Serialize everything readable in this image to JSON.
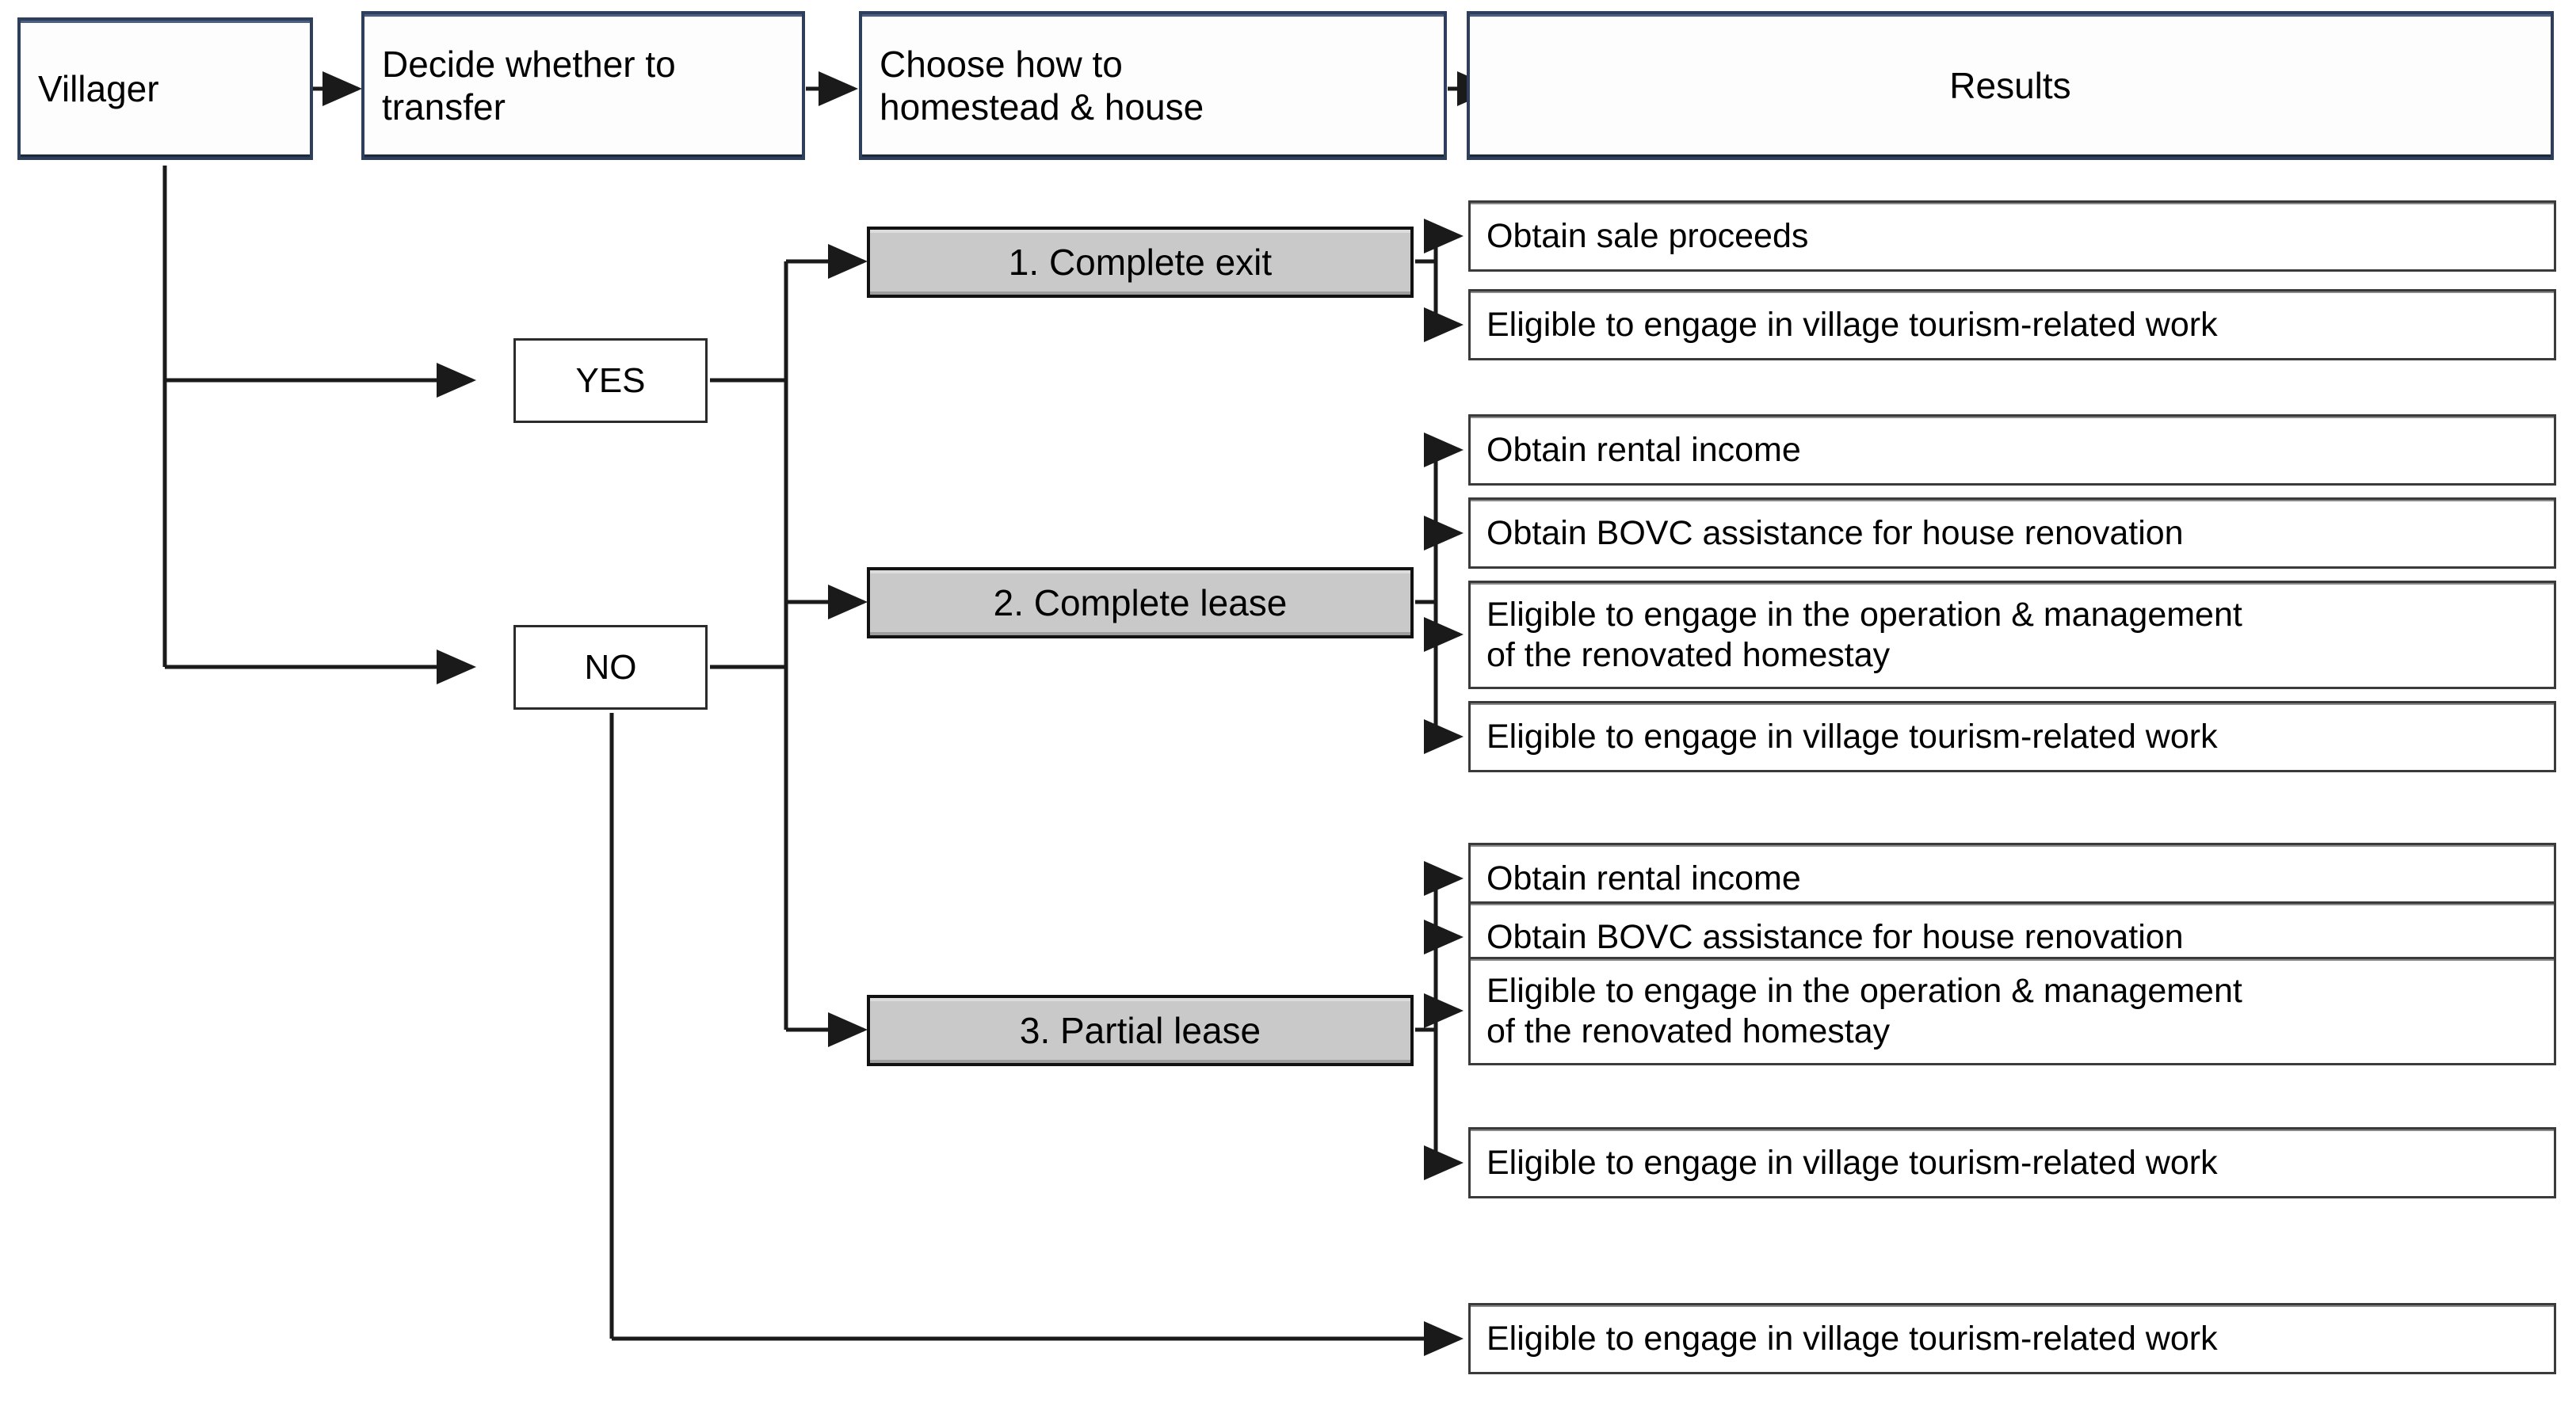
{
  "diagram": {
    "title": "Villager homestead and house transfer decision flow",
    "colors": {
      "header_border": "#2e3f5c",
      "option_fill": "#c9c9c9",
      "option_border": "#111111",
      "result_border": "#3a3a3a",
      "line": "#1a1a1a",
      "background": "#ffffff"
    }
  },
  "header": {
    "steps": [
      {
        "label": "Villager"
      },
      {
        "label": "Decide whether to\ntransfer"
      },
      {
        "label": "Choose how to\nhomestead & house"
      },
      {
        "label": "Results"
      }
    ]
  },
  "decisions": [
    {
      "label": "YES"
    },
    {
      "label": "NO"
    }
  ],
  "options": [
    {
      "label": "1. Complete exit"
    },
    {
      "label": "2. Complete lease"
    },
    {
      "label": "3. Partial lease"
    }
  ],
  "results": {
    "complete_exit": [
      "Obtain sale proceeds",
      "Eligible to engage in village tourism-related work"
    ],
    "complete_lease": [
      "Obtain rental income",
      "Obtain BOVC assistance for house renovation",
      "Eligible to engage in the operation & management\nof the renovated homestay",
      "Eligible to engage in village tourism-related work"
    ],
    "partial_lease": [
      "Obtain rental income",
      "Obtain BOVC assistance for house renovation",
      "Eligible to engage in the operation & management\nof the renovated homestay",
      "Eligible to engage in village tourism-related work"
    ],
    "no_transfer": [
      "Eligible to engage in village tourism-related work"
    ]
  }
}
